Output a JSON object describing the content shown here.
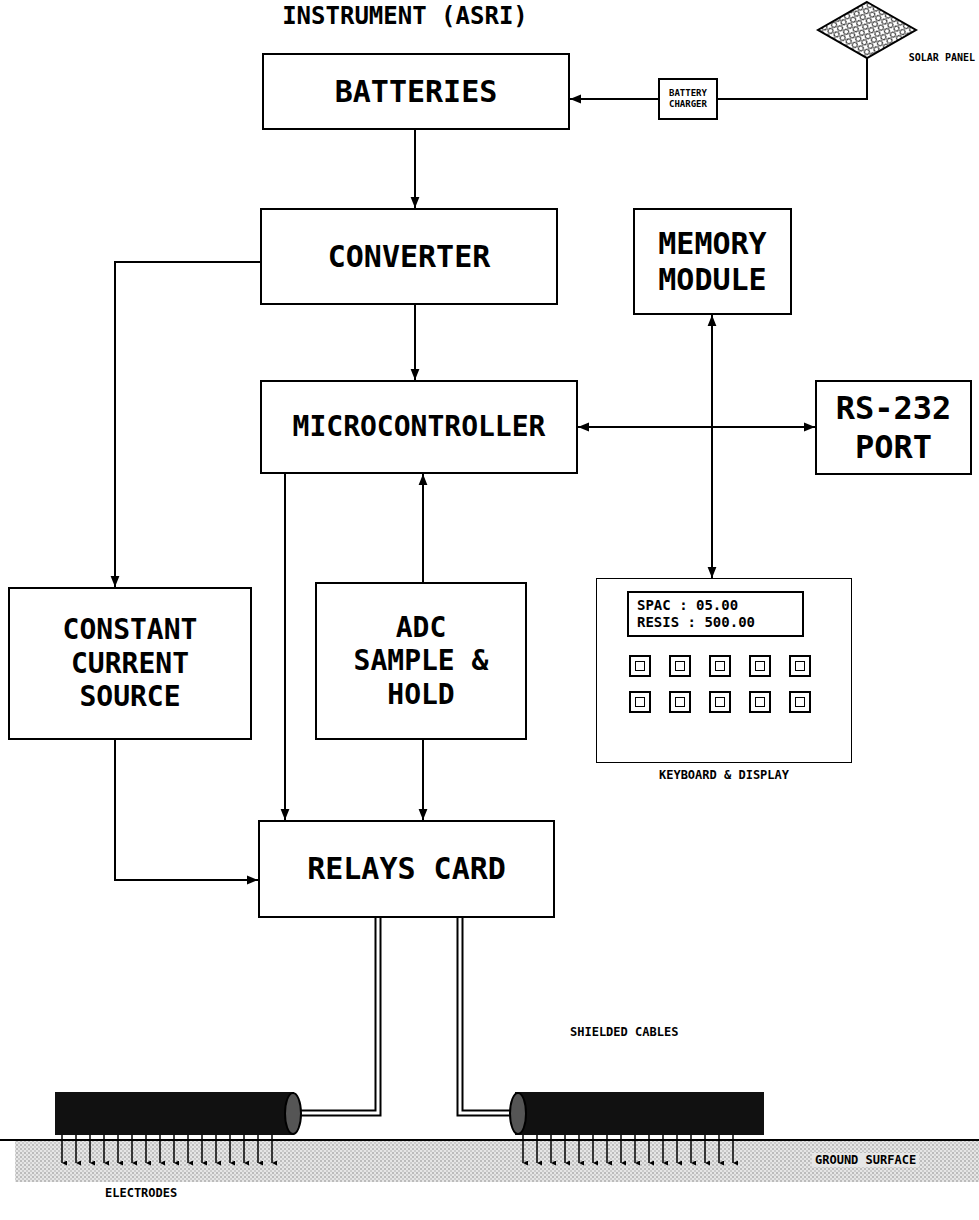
{
  "diagram": {
    "title": "INSTRUMENT (ASRI)",
    "nodes": [
      {
        "text": [
          "BATTERIES"
        ]
      },
      {
        "text": [
          "BATTERY CHARGER"
        ]
      },
      {
        "text": [
          "SOLAR PANEL"
        ]
      },
      {
        "text": [
          "CONVERTER"
        ]
      },
      {
        "text": [
          "MEMORY MODULE"
        ]
      },
      {
        "text": [
          "MICROCONTROLLER"
        ]
      },
      {
        "text": [
          "RS-232 PORT"
        ]
      },
      {
        "text": [
          "CONSTANT CURRENT SOURCE"
        ]
      },
      {
        "text": [
          "ADC SAMPLE & HOLD"
        ]
      },
      {
        "text": [
          "KEYBOARD & DISPLAY"
        ]
      },
      {
        "text": [
          "SPAC : 05.00",
          "RESIS : 500.00"
        ],
        "in": 9
      },
      {
        "text": [
          "RELAYS CARD"
        ]
      },
      {
        "text": [
          "ELECTRODES"
        ]
      },
      {
        "text": [
          "SHIELDED CABLES"
        ]
      }
    ],
    "edges": [
      {
        "from": 1,
        "to": 0,
        "arrow": "to"
      },
      {
        "from": 2,
        "to": 1,
        "arrow": "none"
      },
      {
        "from": 0,
        "to": 3,
        "arrow": "to"
      },
      {
        "from": 3,
        "to": 5,
        "arrow": "to"
      },
      {
        "from": 3,
        "to": 7,
        "arrow": "to"
      },
      {
        "from": 5,
        "to": 6,
        "arrow": "both"
      },
      {
        "from": 4,
        "to": 9,
        "arrow": "both"
      },
      {
        "from": 8,
        "to": 5,
        "arrow": "to"
      },
      {
        "from": 5,
        "to": 11,
        "arrow": "to"
      },
      {
        "from": 8,
        "to": 11,
        "arrow": "to"
      },
      {
        "from": 7,
        "to": 11,
        "arrow": "to"
      },
      {
        "from": 11,
        "to": 12,
        "arrow": "none"
      },
      {
        "from": 11,
        "to": 13,
        "arrow": "none"
      }
    ],
    "labels": [
      "GROUND SURFACE"
    ]
  }
}
